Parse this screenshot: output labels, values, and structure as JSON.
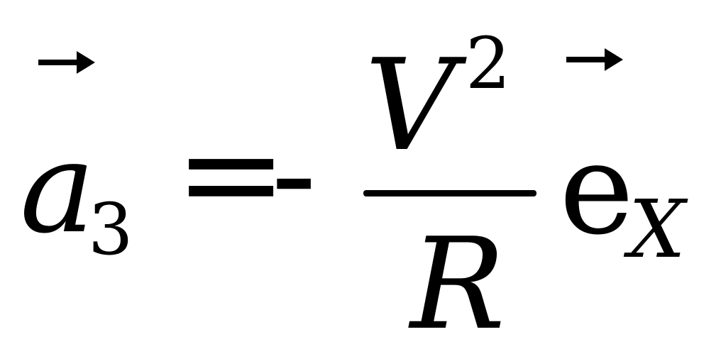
{
  "equation": {
    "lhs_symbol": "a",
    "lhs_subscript": "3",
    "equals": "=",
    "sign": "-",
    "numerator_symbol": "V",
    "numerator_exponent": "2",
    "denominator_symbol": "R",
    "unit_vector_symbol": "e",
    "unit_vector_subscript": "X",
    "arrow_glyph": "→"
  },
  "colors": {
    "ink": "#000000",
    "background": "#ffffff"
  }
}
